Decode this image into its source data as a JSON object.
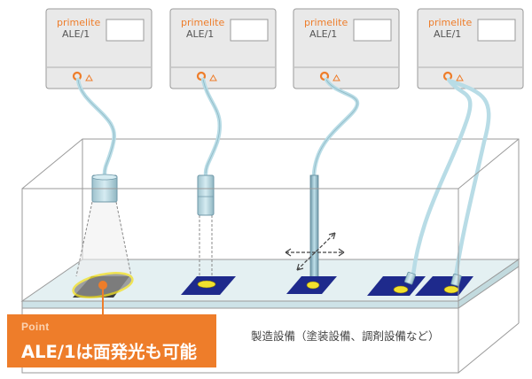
{
  "units": [
    {
      "brand": "primelite",
      "model": "ALE/1"
    },
    {
      "brand": "primelite",
      "model": "ALE/1"
    },
    {
      "brand": "primelite",
      "model": "ALE/1"
    },
    {
      "brand": "primelite",
      "model": "ALE/1"
    }
  ],
  "equipment_label": "製造設備（塗装設備、調剤設備など）",
  "callout": {
    "small": "Point",
    "big": "ALE/1は面発光も可能"
  },
  "colors": {
    "accent": "#ee7d2a",
    "fiber": "#b8dce6",
    "target_plate": "#1e2a8c",
    "spot": "#f2e12e"
  }
}
